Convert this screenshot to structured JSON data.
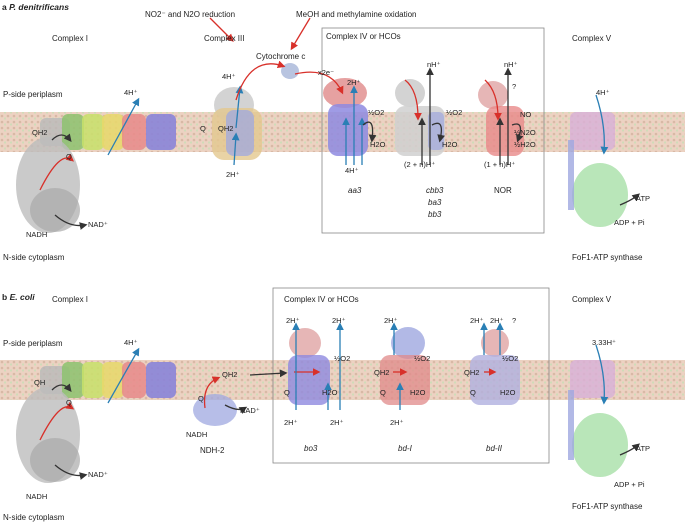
{
  "panel_a": {
    "letter": "a",
    "organism": "P. denitrificans",
    "complex_i": "Complex I",
    "complex_iii": "Complex III",
    "complex_iv_box": "Complex IV or HCOs",
    "complex_v": "Complex V",
    "p_side": "P-side periplasm",
    "n_side": "N-side cytoplasm",
    "top_left_note": "NO2⁻ and N2O reduction",
    "top_right_note": "MeOH and methylamine oxidation",
    "cytochrome_c": "Cytochrome c",
    "x2e": "x2e⁻",
    "ci_4h": "4H⁺",
    "ci_q": "Q",
    "ci_qh2": "QH2",
    "ci_nadh": "NADH",
    "ci_nad": "NAD⁺",
    "ciii_4h": "4H⁺",
    "ciii_2h": "2H⁺",
    "ciii_q": "Q",
    "ciii_qh2": "QH2",
    "aa3_2h": "2H⁺",
    "aa3_4h": "4H⁺",
    "aa3_o2": "½O2",
    "aa3_h2o": "H2O",
    "aa3_name": "aa3",
    "cbb3_nh": "nH⁺",
    "cbb3_o2": "½O2",
    "cbb3_h2o": "H2O",
    "cbb3_n": "(2 + n)H⁺",
    "cbb3_names": [
      "cbb3",
      "ba3",
      "bb3"
    ],
    "nor_nh": "nH⁺",
    "nor_q": "?",
    "nor_no": "NO",
    "nor_n2o": "½N2O",
    "nor_h2o": "½H2O",
    "nor_n": "(1 + n)H⁺",
    "nor_name": "NOR",
    "cv_4h": "4H⁺",
    "cv_atp": "ATP",
    "cv_adp": "ADP + Pi",
    "cv_name": "FoF1-ATP synthase"
  },
  "panel_b": {
    "letter": "b",
    "organism": "E. coli",
    "complex_i": "Complex I",
    "complex_iv_box": "Complex IV or HCOs",
    "complex_v": "Complex V",
    "p_side": "P-side periplasm",
    "n_side": "N-side cytoplasm",
    "ci_4h": "4H⁺",
    "ci_qh2": "QH",
    "ci_q": "Q",
    "ci_nadh": "NADH",
    "ci_nad": "NAD⁺",
    "ndh_qh2": "QH2",
    "ndh_q": "Q",
    "ndh_nadh": "NADH",
    "ndh_nad": "NAD⁺",
    "ndh_name": "NDH-2",
    "bo3_2h_a": "2H⁺",
    "bo3_2h_b": "2H⁺",
    "bo3_2h_c": "2H⁺",
    "bo3_2h_d": "2H⁺",
    "bo3_o2": "½O2",
    "bo3_h2o": "H2O",
    "bo3_q": "Q",
    "bo3_name": "bo3",
    "bdi_2h_top": "2H⁺",
    "bdi_2h_bot": "2H⁺",
    "bdi_o2": "½O2",
    "bdi_h2o": "H2O",
    "bdi_qh2": "QH2",
    "bdi_q": "Q",
    "bdi_name": "bd-I",
    "bdii_2h_a": "2H⁺",
    "bdii_2h_b": "2H⁺",
    "bdii_q_mark": "?",
    "bdii_o2": "½O2",
    "bdii_h2o": "H2O",
    "bdii_qh2": "QH2",
    "bdii_q": "Q",
    "bdii_name": "bd-II",
    "cv_h": "3.33H⁺",
    "cv_atp": "ATP",
    "cv_adp": "ADP + Pi",
    "cv_name": "FoF1-ATP synthase"
  },
  "colors": {
    "membrane": "#e9c9b8",
    "membrane_dots": "#c9d9b0",
    "proton_arrow": "#2a7fb5",
    "electron_arrow": "#d8302a",
    "black_arrow": "#333333",
    "box_border": "#888888"
  }
}
